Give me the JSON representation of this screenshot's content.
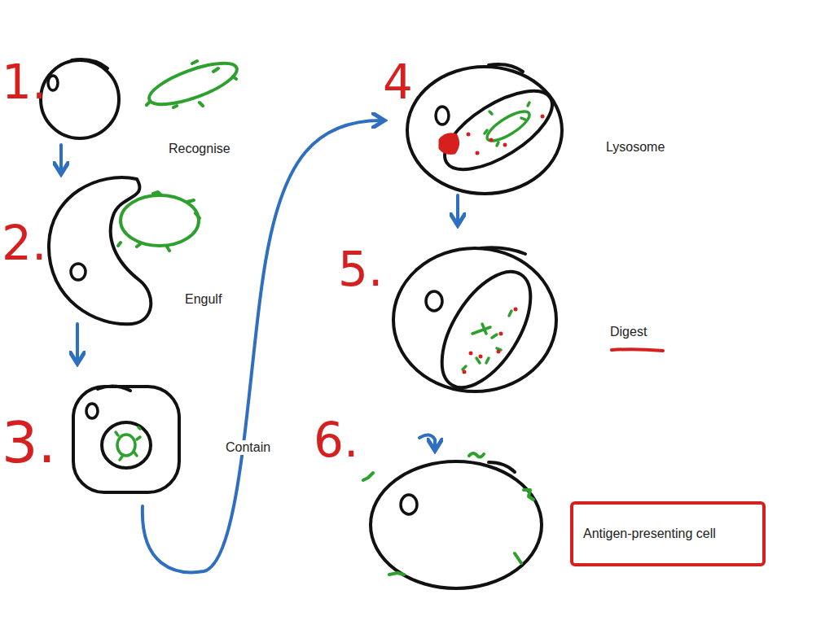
{
  "diagram": {
    "nodes": [
      {
        "text": [
          "Antigen-presenting cell"
        ]
      }
    ],
    "labels": [
      "1.",
      "Recognise",
      "2.",
      "Engulf",
      "3.",
      "Contain",
      "4",
      "Lysosome",
      "5.",
      "Digest",
      "6."
    ]
  }
}
